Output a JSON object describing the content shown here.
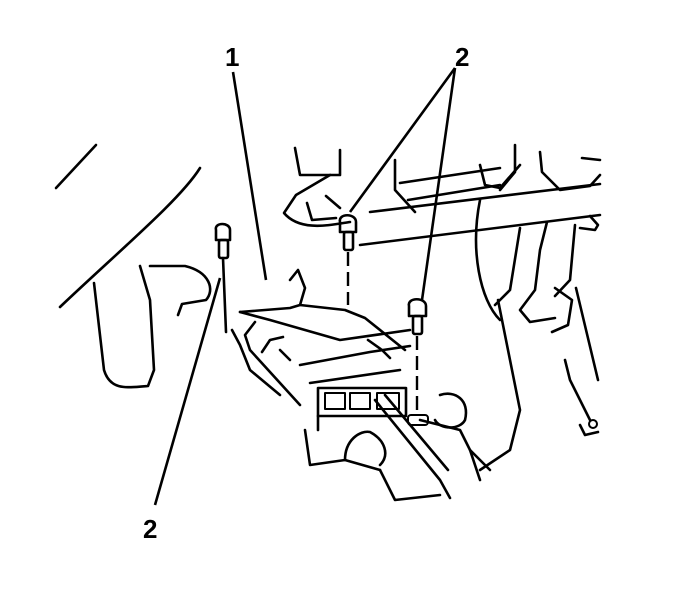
{
  "diagram": {
    "type": "exploded-view line illustration",
    "colors": {
      "line": "#000000",
      "background": "#ffffff"
    },
    "callouts": [
      {
        "id": "callout-1",
        "label": "1",
        "refers_to": "control-module"
      },
      {
        "id": "callout-2-top",
        "label": "2",
        "refers_to": "module-bolts"
      },
      {
        "id": "callout-2-bottom",
        "label": "2",
        "refers_to": "module-bolt-left"
      }
    ]
  }
}
